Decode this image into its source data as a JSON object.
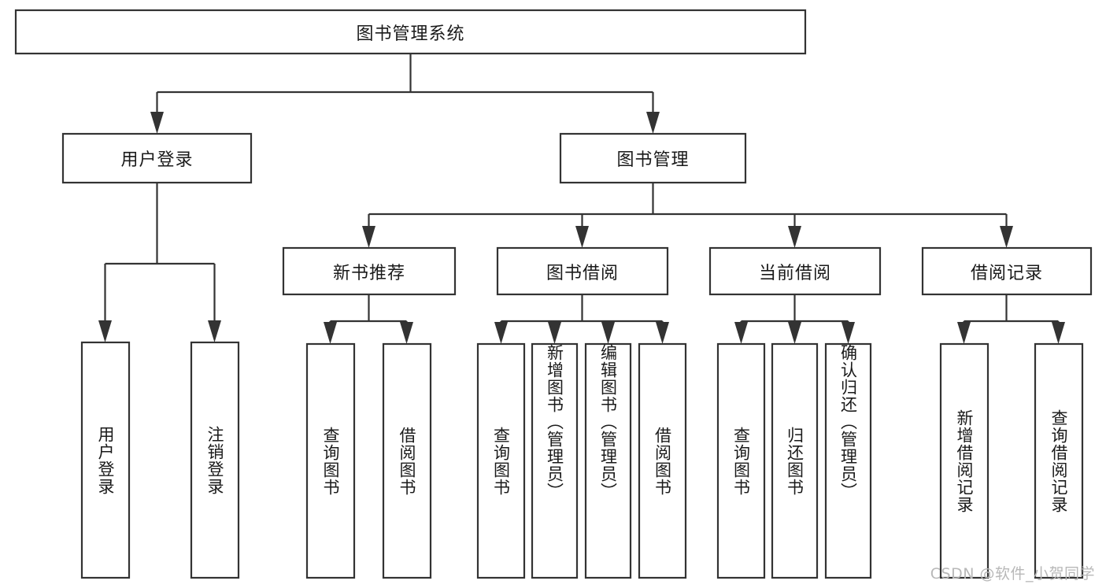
{
  "diagram": {
    "type": "tree-flowchart",
    "title": "图书管理系统",
    "watermark": "CSDN @软件_小贺同学",
    "colors": {
      "background": "#ffffff",
      "node_fill": "#ffffff",
      "node_stroke": "#333333",
      "text": "#1a1a1a",
      "watermark": "#b8b8b8"
    },
    "nodes": {
      "root": {
        "label": "图书管理系统",
        "orientation": "horizontal"
      },
      "user_login": {
        "label": "用户登录",
        "orientation": "horizontal"
      },
      "book_manage": {
        "label": "图书管理",
        "orientation": "horizontal"
      },
      "new_book_rec": {
        "label": "新书推荐",
        "orientation": "horizontal"
      },
      "book_borrow": {
        "label": "图书借阅",
        "orientation": "horizontal"
      },
      "current_borrow": {
        "label": "当前借阅",
        "orientation": "horizontal"
      },
      "borrow_record": {
        "label": "借阅记录",
        "orientation": "horizontal"
      },
      "leaf_user_login": {
        "label": "用户登录",
        "orientation": "vertical"
      },
      "leaf_logout": {
        "label": "注销登录",
        "orientation": "vertical"
      },
      "leaf_query_book_1": {
        "label": "查询图书",
        "orientation": "vertical"
      },
      "leaf_borrow_book_1": {
        "label": "借阅图书",
        "orientation": "vertical"
      },
      "leaf_query_book_2": {
        "label": "查询图书",
        "orientation": "vertical"
      },
      "leaf_add_book": {
        "label": "新增图书（管理员）",
        "orientation": "vertical"
      },
      "leaf_edit_book": {
        "label": "编辑图书（管理员）",
        "orientation": "vertical"
      },
      "leaf_borrow_book_2": {
        "label": "借阅图书",
        "orientation": "vertical"
      },
      "leaf_query_book_3": {
        "label": "查询图书",
        "orientation": "vertical"
      },
      "leaf_return_book": {
        "label": "归还图书",
        "orientation": "vertical"
      },
      "leaf_confirm_return": {
        "label": "确认归还（管理员）",
        "orientation": "vertical"
      },
      "leaf_add_record": {
        "label": "新增借阅记录",
        "orientation": "vertical"
      },
      "leaf_query_record": {
        "label": "查询借阅记录",
        "orientation": "vertical"
      }
    },
    "hierarchy": [
      {
        "label": "图书管理系统",
        "children": [
          {
            "label": "用户登录",
            "children": [
              {
                "label": "用户登录"
              },
              {
                "label": "注销登录"
              }
            ]
          },
          {
            "label": "图书管理",
            "children": [
              {
                "label": "新书推荐",
                "children": [
                  {
                    "label": "查询图书"
                  },
                  {
                    "label": "借阅图书"
                  }
                ]
              },
              {
                "label": "图书借阅",
                "children": [
                  {
                    "label": "查询图书"
                  },
                  {
                    "label": "新增图书（管理员）"
                  },
                  {
                    "label": "编辑图书（管理员）"
                  },
                  {
                    "label": "借阅图书"
                  }
                ]
              },
              {
                "label": "当前借阅",
                "children": [
                  {
                    "label": "查询图书"
                  },
                  {
                    "label": "归还图书"
                  },
                  {
                    "label": "确认归还（管理员）"
                  }
                ]
              },
              {
                "label": "借阅记录",
                "children": [
                  {
                    "label": "新增借阅记录"
                  },
                  {
                    "label": "查询借阅记录"
                  }
                ]
              }
            ]
          }
        ]
      }
    ]
  }
}
